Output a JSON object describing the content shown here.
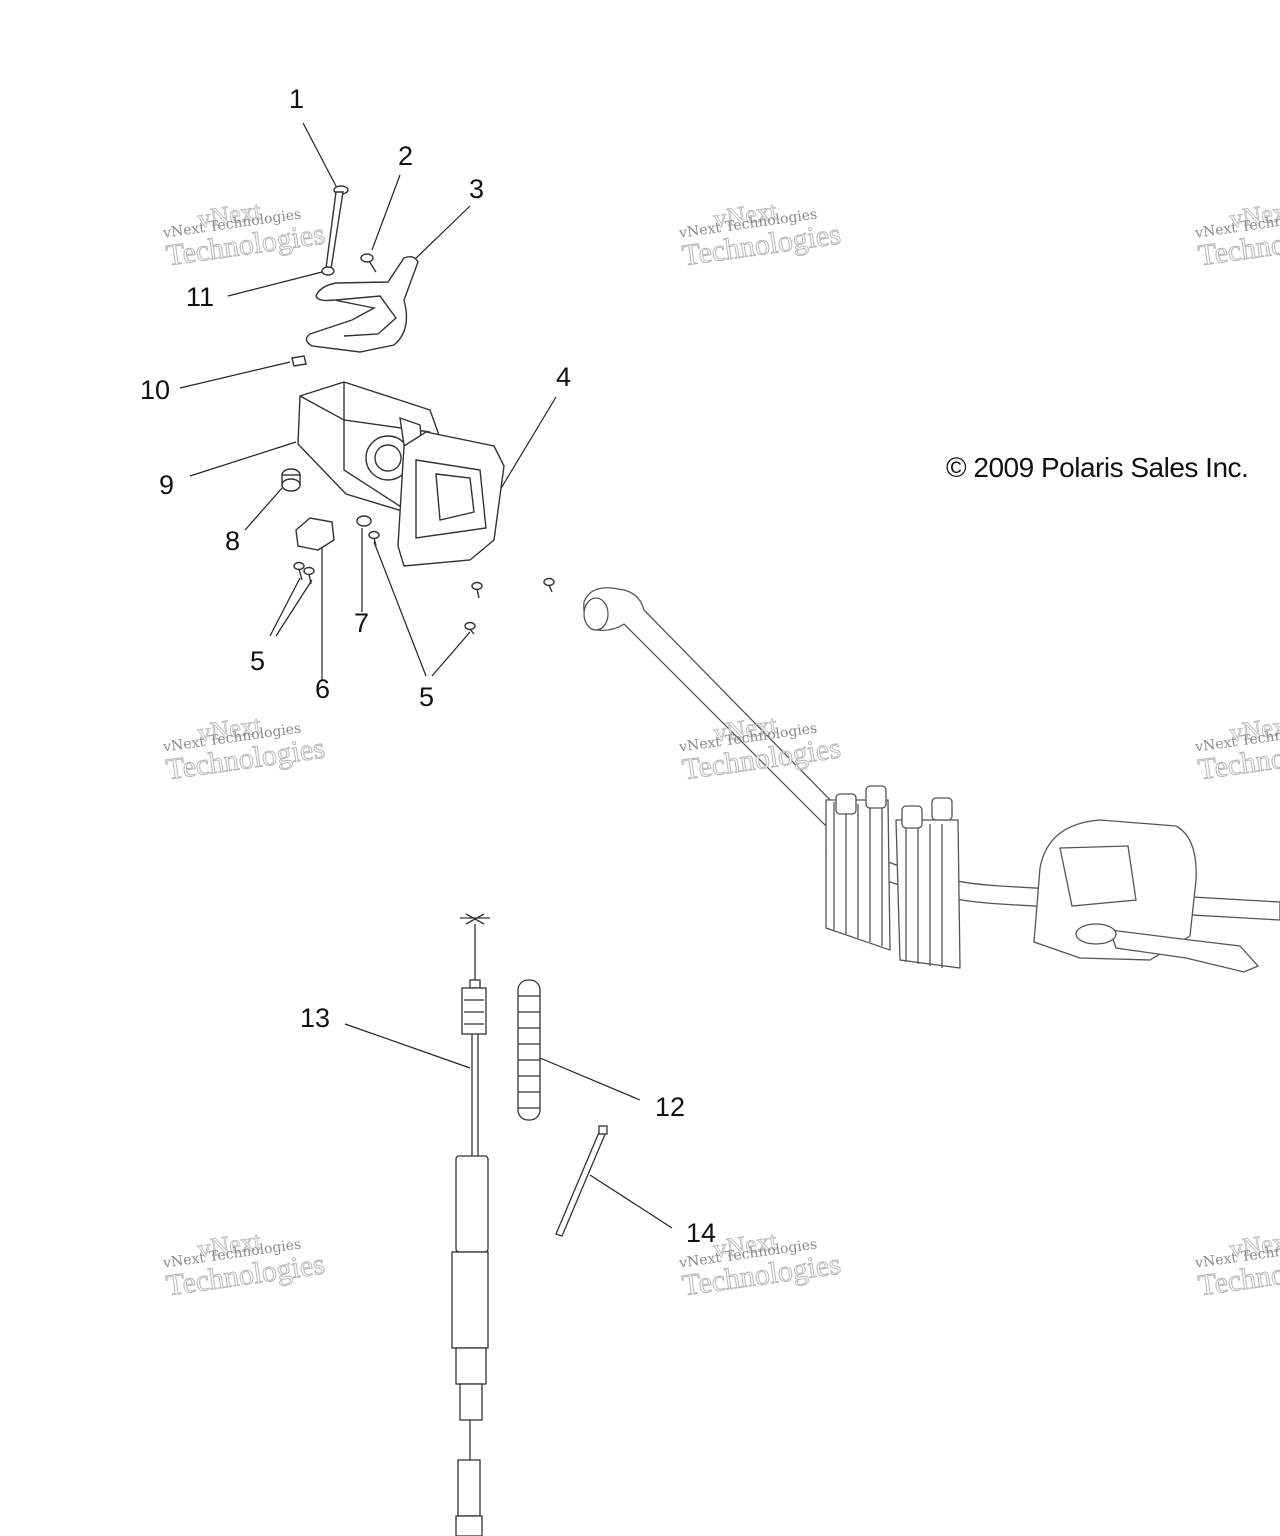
{
  "diagram": {
    "copyright": "© 2009 Polaris Sales Inc.",
    "watermark": {
      "line_brand": "vNext",
      "line_small": "vNext Technologies",
      "line_large": "Technologies"
    },
    "callouts": [
      "1",
      "2",
      "3",
      "4",
      "5",
      "6",
      "7",
      "8",
      "9",
      "10",
      "11",
      "12",
      "13",
      "14",
      "5"
    ],
    "colors": {
      "line": "#222222",
      "parts": "#333333",
      "handlebar": "#555555",
      "watermark": "#b8b8b8"
    }
  }
}
